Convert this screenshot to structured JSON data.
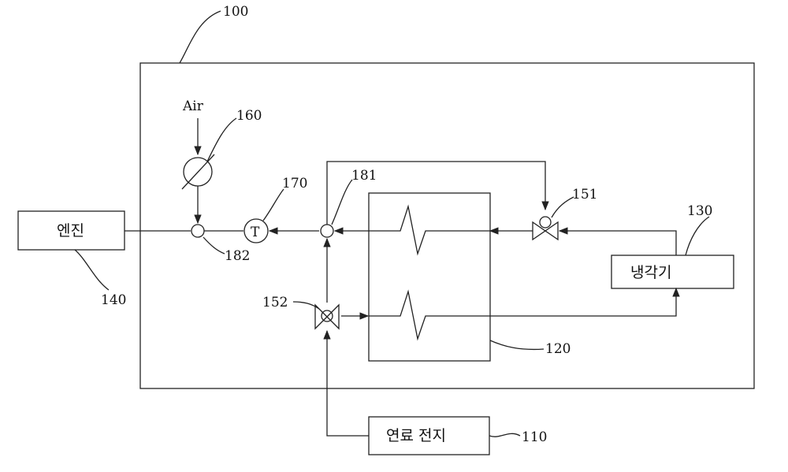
{
  "labels": {
    "system": "100",
    "fuel_cell_ref": "110",
    "heat_exchanger_ref": "120",
    "cooler_ref": "130",
    "engine_ref": "140",
    "valve1_ref": "151",
    "valve2_ref": "152",
    "blower_ref": "160",
    "temp_sensor_ref": "170",
    "junction1_ref": "181",
    "junction2_ref": "182"
  },
  "boxes": {
    "engine": "엔진",
    "fuel_cell": "연료 전지",
    "cooler": "냉각기"
  },
  "air": "Air",
  "temp_symbol": "T"
}
